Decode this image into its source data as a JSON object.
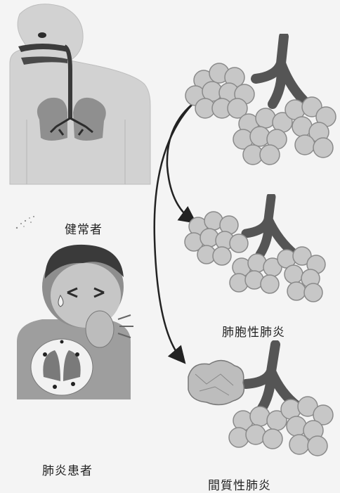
{
  "labels": {
    "healthy": "健常者",
    "patient": "肺炎患者",
    "alveolar_pneumonia": "肺胞性肺炎",
    "interstitial_pneumonia": "間質性肺炎"
  },
  "colors": {
    "background": "#f4f4f4",
    "gray_light": "#cfcfcf",
    "gray_mid": "#9a9a9a",
    "gray_dark": "#5a5a5a",
    "ink": "#222222"
  },
  "icons": [
    "respiratory-system-figure",
    "sick-person-figure",
    "alveoli-cluster",
    "curved-arrow"
  ]
}
